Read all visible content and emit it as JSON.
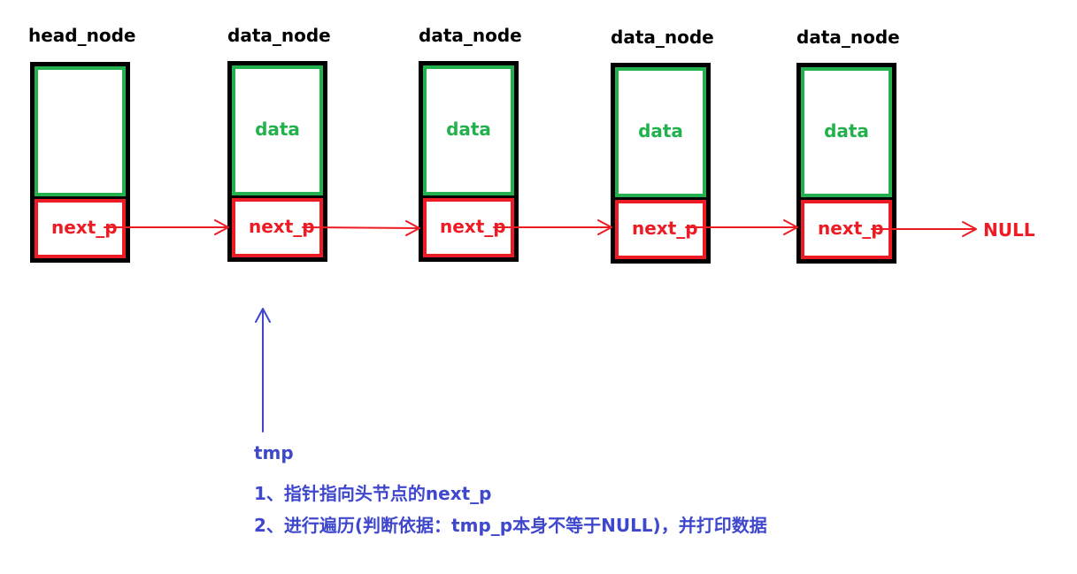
{
  "nodes": [
    {
      "title": "head_node",
      "data": "",
      "next": "next_p"
    },
    {
      "title": "data_node",
      "data": "data",
      "next": "next_p"
    },
    {
      "title": "data_node",
      "data": "data",
      "next": "next_p"
    },
    {
      "title": "data_node",
      "data": "data",
      "next": "next_p"
    },
    {
      "title": "data_node",
      "data": "data",
      "next": "next_p"
    }
  ],
  "terminal": "NULL",
  "pointer": {
    "label": "tmp"
  },
  "notes": [
    "1、指针指向头节点的next_p",
    "2、进行遍历(判断依据：tmp_p本身不等于NULL)，并打印数据"
  ],
  "colors": {
    "node_border": "#000000",
    "data_border": "#22b14c",
    "next_border": "#ed1c24",
    "pointer": "#3f48cc"
  }
}
